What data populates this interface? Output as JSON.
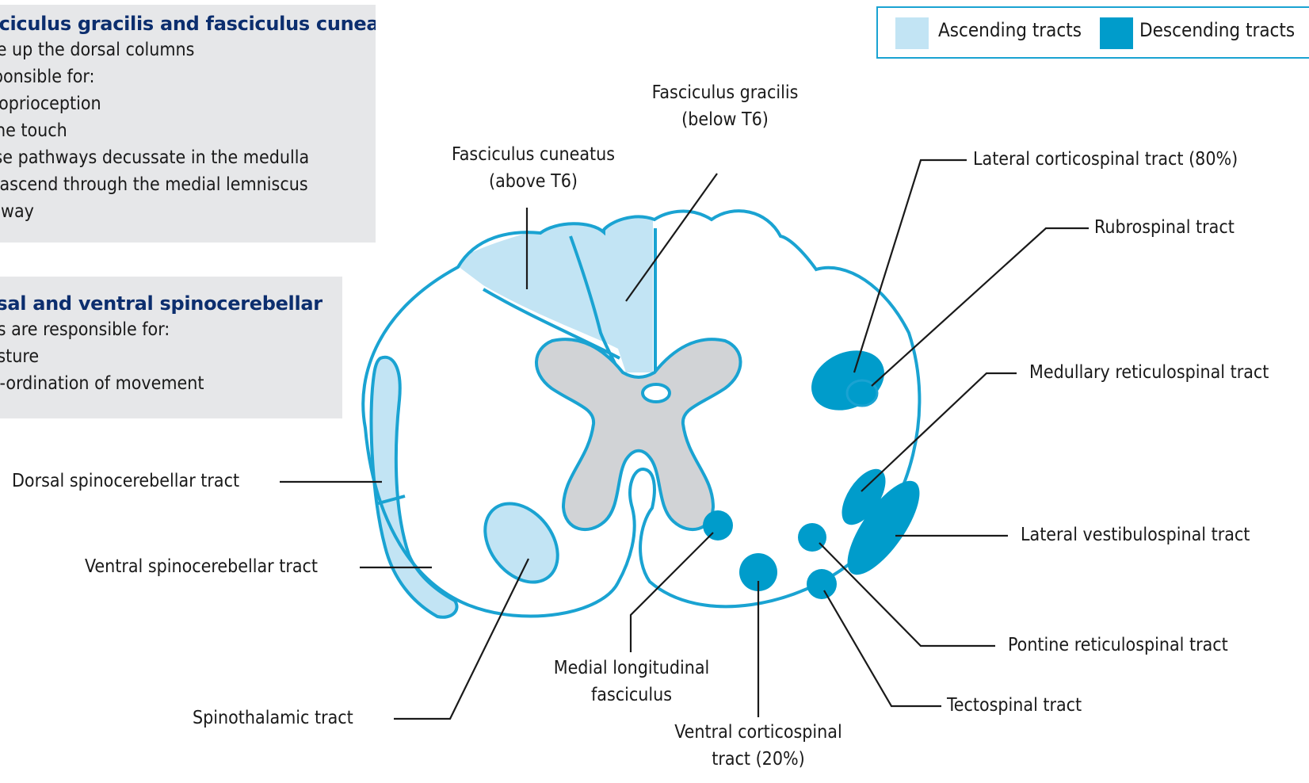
{
  "legend": {
    "ascending": "Ascending tracts",
    "descending": "Descending tracts",
    "ascending_color": "#c2e4f4",
    "descending_color": "#009ccb"
  },
  "info_gracilis": {
    "title": "Fasciculus gracilis and fasciculus cuneatus",
    "lines": [
      "Make up the dorsal columns",
      "Responsible for:",
      "Proprioception",
      "Fine touch",
      "These pathways decussate in the medulla",
      "and ascend through the medial lemniscus",
      "pathway"
    ]
  },
  "info_spinocerebellar": {
    "title": "Dorsal and ventral spinocerebellar",
    "lines": [
      "tracts are responsible for:",
      "Posture",
      "Co-ordination of movement"
    ]
  },
  "labels": {
    "fasciculus_gracilis": [
      "Fasciculus gracilis",
      "(below T6)"
    ],
    "fasciculus_cuneatus": [
      "Fasciculus cuneatus",
      "(above T6)"
    ],
    "lateral_corticospinal": "Lateral corticospinal tract (80%)",
    "rubrospinal": "Rubrospinal tract",
    "medullary_reticulospinal": "Medullary reticulospinal tract",
    "lateral_vestibulospinal": "Lateral vestibulospinal tract",
    "pontine_reticulospinal": "Pontine reticulospinal tract",
    "tectospinal": "Tectospinal tract",
    "ventral_corticospinal": [
      "Ventral corticospinal",
      "tract (20%)"
    ],
    "medial_longitudinal": [
      "Medial longitudinal",
      "fasciculus"
    ],
    "spinothalamic": "Spinothalamic tract",
    "ventral_spinocerebellar": "Ventral spinocerebellar tract",
    "dorsal_spinocerebellar": "Dorsal spinocerebellar tract"
  }
}
